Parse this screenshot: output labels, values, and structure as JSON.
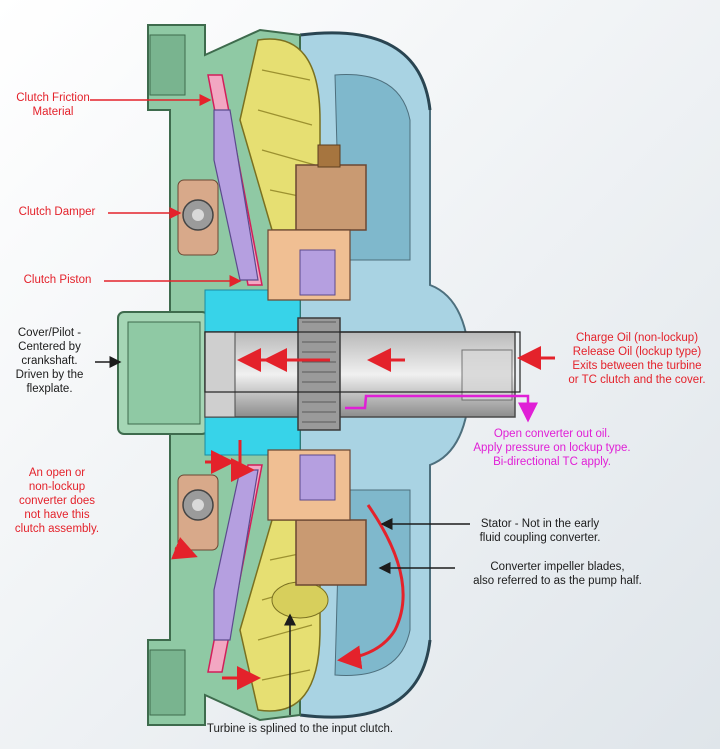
{
  "labels": {
    "clutch_friction": "Clutch Friction\nMaterial",
    "clutch_damper": "Clutch Damper",
    "clutch_piston": "Clutch Piston",
    "cover_pilot": "Cover/Pilot -\nCentered by\ncrankshaft.\nDriven by the\nflexplate.",
    "open_converter_note": "An open or\nnon-lockup\nconverter does\nnot have this\nclutch assembly.",
    "charge_oil": "Charge Oil (non-lockup)\nRelease Oil (lockup type)\nExits between the turbine\nor TC clutch and the cover.",
    "open_converter_out": "Open converter out oil.\nApply pressure on lockup type.\nBi-directional TC apply.",
    "stator": "Stator - Not in the early\nfluid coupling converter.",
    "impeller": "Converter impeller blades,\nalso referred to as the pump half.",
    "turbine": "Turbine is splined to the input clutch."
  },
  "colors": {
    "red_label": "#e4222b",
    "magenta_label": "#e01fd6",
    "housing_green": "#8fc9a4",
    "turbine_yellow": "#e6df72",
    "impeller_blue": "#a9d3e3",
    "stator_tan": "#c99a72",
    "oil_cyan": "#37d3e9",
    "clutch_purple": "#b59fe0"
  }
}
